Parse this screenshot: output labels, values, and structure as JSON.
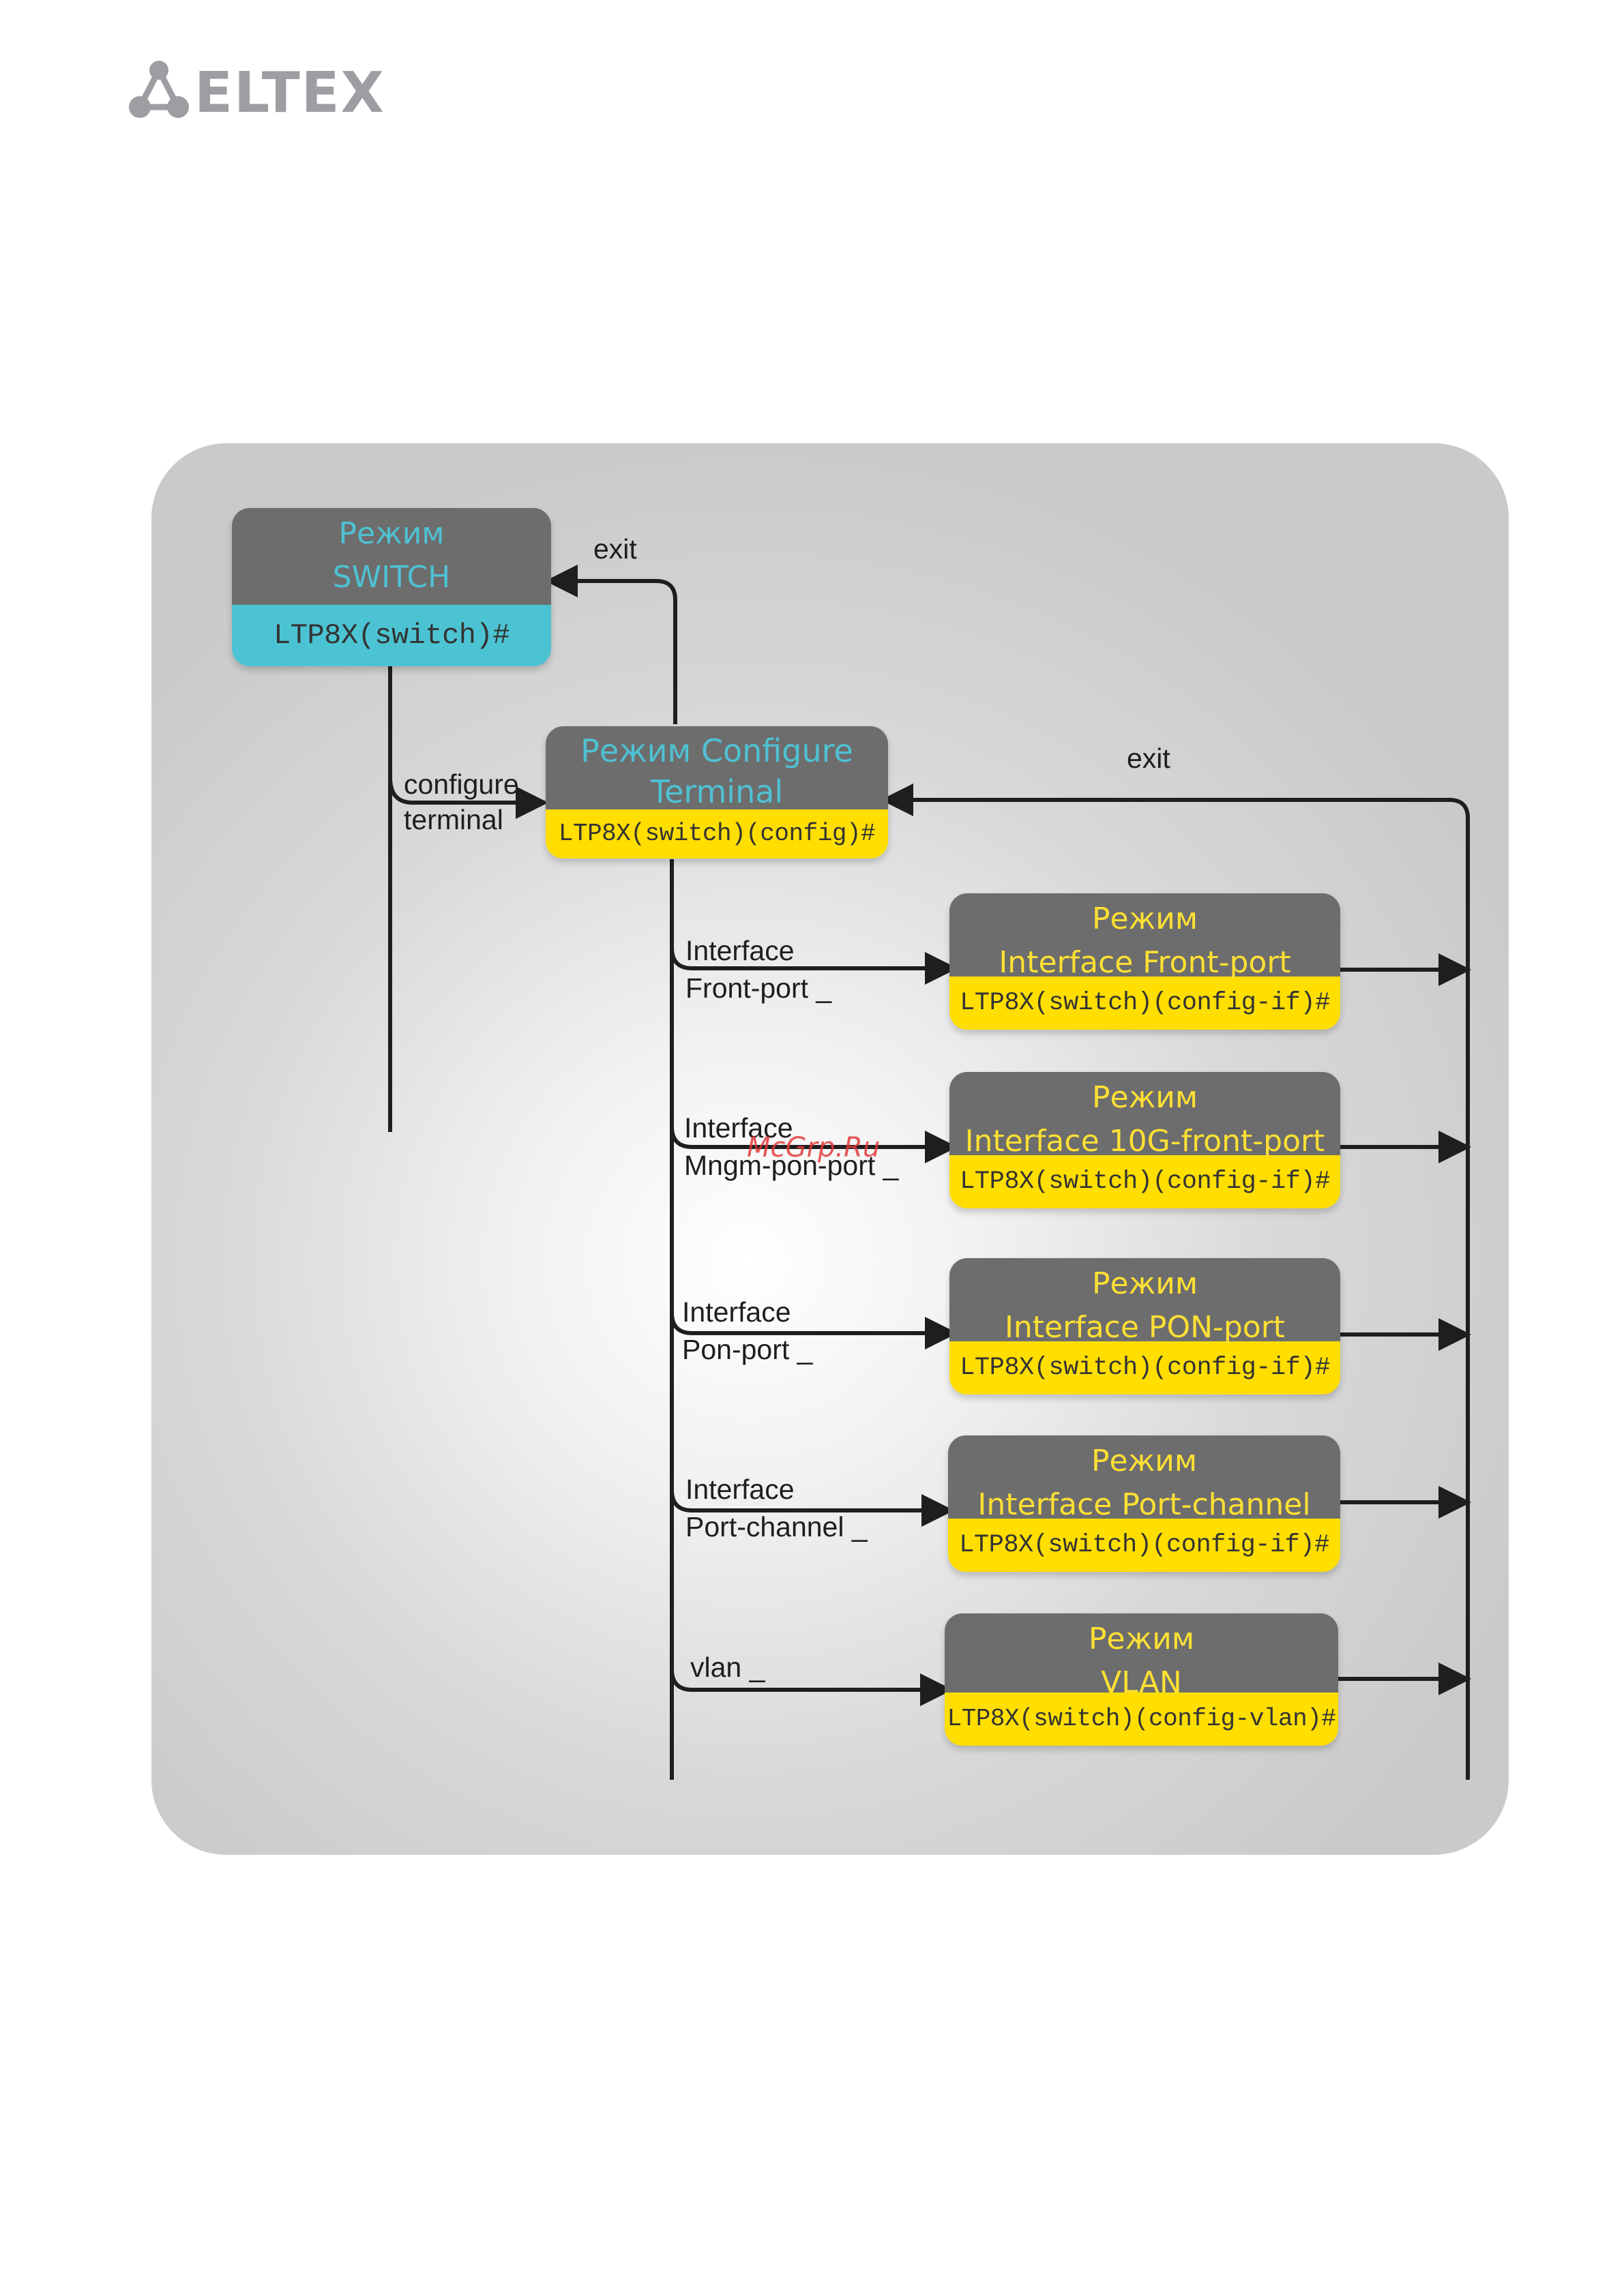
{
  "logo": {
    "text": "ELTEX"
  },
  "nodes": {
    "switch": {
      "title1": "Режим",
      "title2": "SWITCH",
      "cmd": "LTP8X(switch)#"
    },
    "config": {
      "title1": "Режим Configure",
      "title2": "Terminal",
      "cmd": "LTP8X(switch)(config)#"
    },
    "front_port": {
      "title1": "Режим",
      "title2": "Interface Front-port",
      "cmd": "LTP8X(switch)(config-if)#"
    },
    "front_port_10g": {
      "title1": "Режим",
      "title2": "Interface 10G-front-port",
      "cmd": "LTP8X(switch)(config-if)#"
    },
    "pon_port": {
      "title1": "Режим",
      "title2": "Interface PON-port",
      "cmd": "LTP8X(switch)(config-if)#"
    },
    "port_channel": {
      "title1": "Режим",
      "title2": "Interface Port-channel",
      "cmd": "LTP8X(switch)(config-if)#"
    },
    "vlan": {
      "title1": "Режим",
      "title2": "VLAN",
      "cmd": "LTP8X(switch)(config-vlan)#"
    }
  },
  "edges": {
    "exit_top": "exit",
    "exit_right": "exit",
    "configure_1": "configure",
    "configure_2": "terminal",
    "front_1": "Interface",
    "front_2": "Front-port _",
    "mngm_1": "Interface",
    "mngm_2": "Mngm-pon-port _",
    "pon_1": "Interface",
    "pon_2": "Pon-port _",
    "pc_1": "Interface",
    "pc_2": "Port-channel _",
    "vlan_1": "vlan _"
  },
  "watermark": "McGrp.Ru",
  "colors": {
    "node_head": "#6d6d6d",
    "teal": "#4cc3d2",
    "yellow": "#ffde00",
    "line": "#1e1e1e"
  }
}
